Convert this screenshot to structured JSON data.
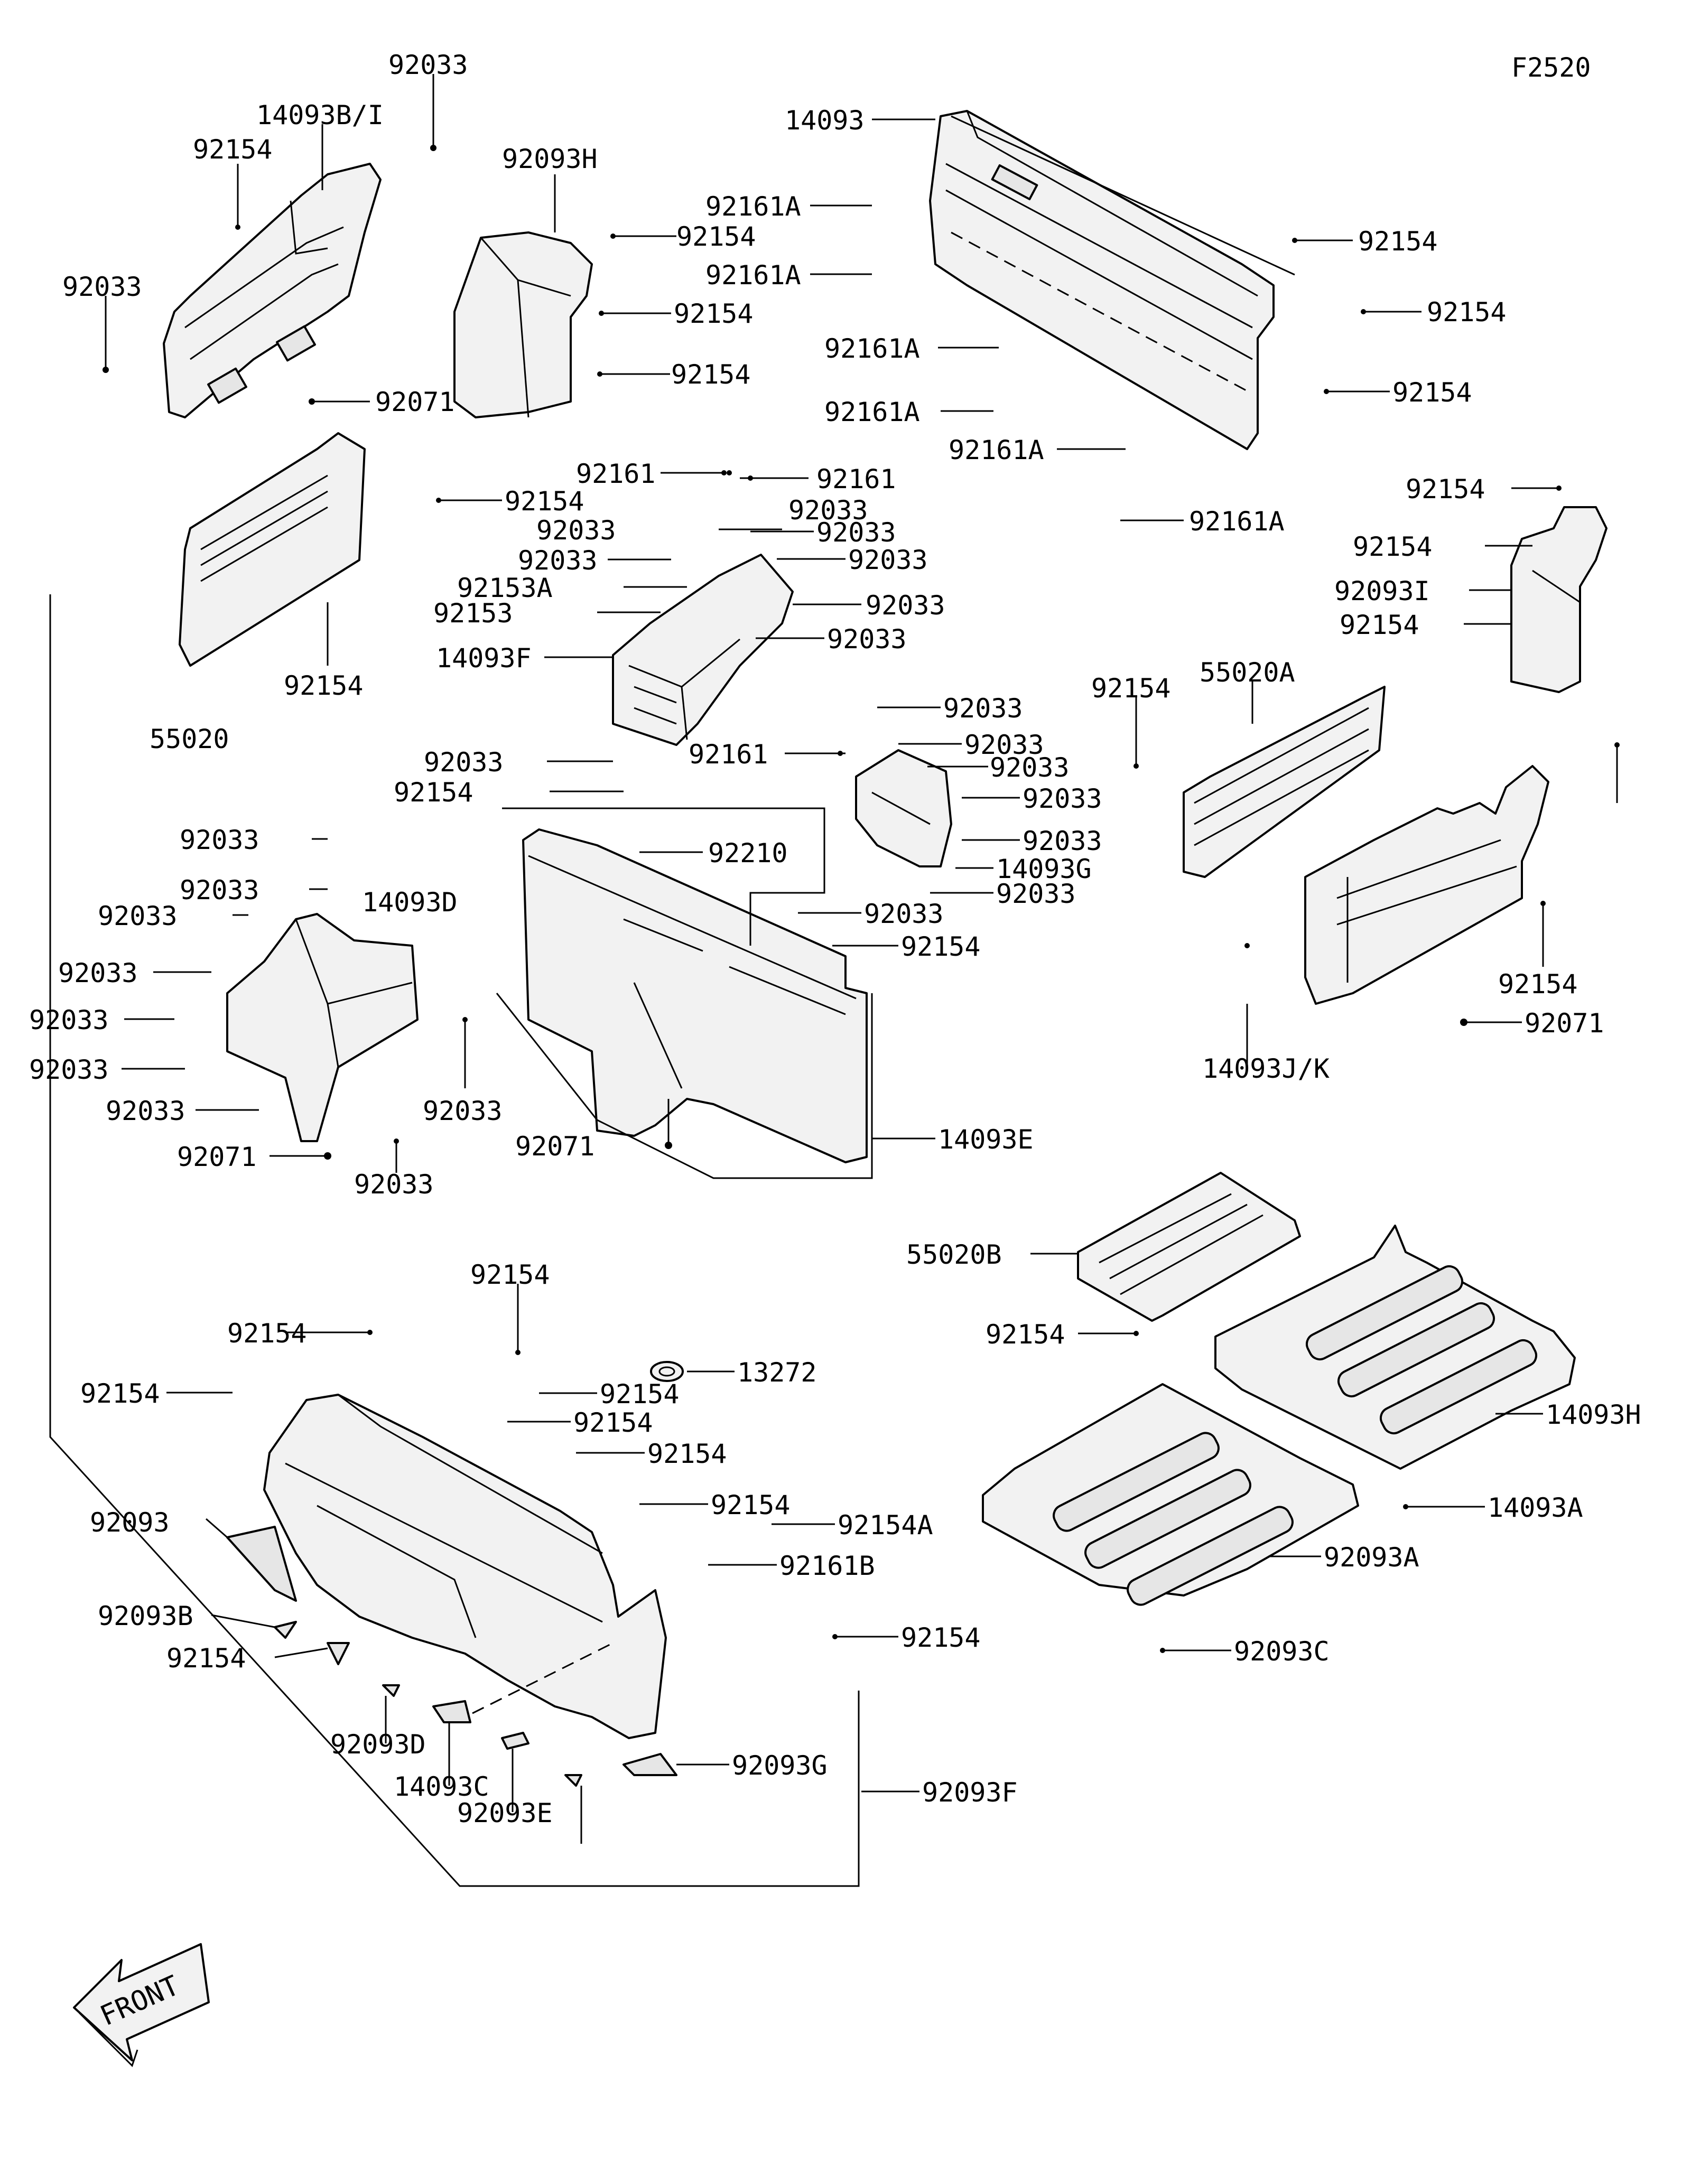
{
  "diagram_code": "F2520",
  "front_marker": "FRONT",
  "labels": {
    "l01": "92033",
    "l02": "14093B/I",
    "l03": "92154",
    "l04": "92033",
    "l05": "92071",
    "l06": "92093H",
    "l07": "92154",
    "l08": "92154",
    "l09": "92154",
    "l10": "14093",
    "l11": "92161A",
    "l12": "92161A",
    "l13": "92154",
    "l14": "92154",
    "l15": "92161A",
    "l16": "92154",
    "l17": "92161A",
    "l18": "92161A",
    "l19": "92161A",
    "l20": "92154",
    "l21": "92154",
    "l22": "55020",
    "l23": "92161",
    "l24": "92161",
    "l25": "92033",
    "l26": "92033",
    "l27": "92033",
    "l28": "92033",
    "l29": "92033",
    "l30": "92153A",
    "l31": "92033",
    "l32": "92153",
    "l33": "92033",
    "l34": "14093F",
    "l35": "92154",
    "l36": "92154",
    "l37": "92093I",
    "l38": "92154",
    "l39": "92154",
    "l40": "55020A",
    "l41": "92033",
    "l42": "92033",
    "l43": "92161",
    "l44": "92033",
    "l45": "92033",
    "l46": "92033",
    "l47": "92154",
    "l48": "92210",
    "l49": "92033",
    "l50": "14093G",
    "l51": "92033",
    "l52": "92033",
    "l53": "92033",
    "l54": "92154",
    "l55": "14093D",
    "l56": "92033",
    "l57": "92033",
    "l58": "92033",
    "l59": "92033",
    "l60": "92033",
    "l61": "92033",
    "l62": "92071",
    "l63": "92033",
    "l64": "92071",
    "l65": "14093E",
    "l66": "92033",
    "l67": "14093J/K",
    "l68": "92071",
    "l69": "92154",
    "l70": "55020B",
    "l71": "92154",
    "l72": "92154",
    "l73": "92154",
    "l74": "13272",
    "l75": "92154",
    "l76": "92154",
    "l77": "92154",
    "l78": "14093H",
    "l79": "92154",
    "l80": "92093",
    "l81": "92154",
    "l82": "92154A",
    "l83": "92161B",
    "l84": "14093A",
    "l85": "92093A",
    "l86": "92093B",
    "l87": "92154",
    "l88": "92154",
    "l89": "92093C",
    "l90": "92093D",
    "l91": "92093G",
    "l92": "14093C",
    "l93": "92093F",
    "l94": "92093E"
  }
}
